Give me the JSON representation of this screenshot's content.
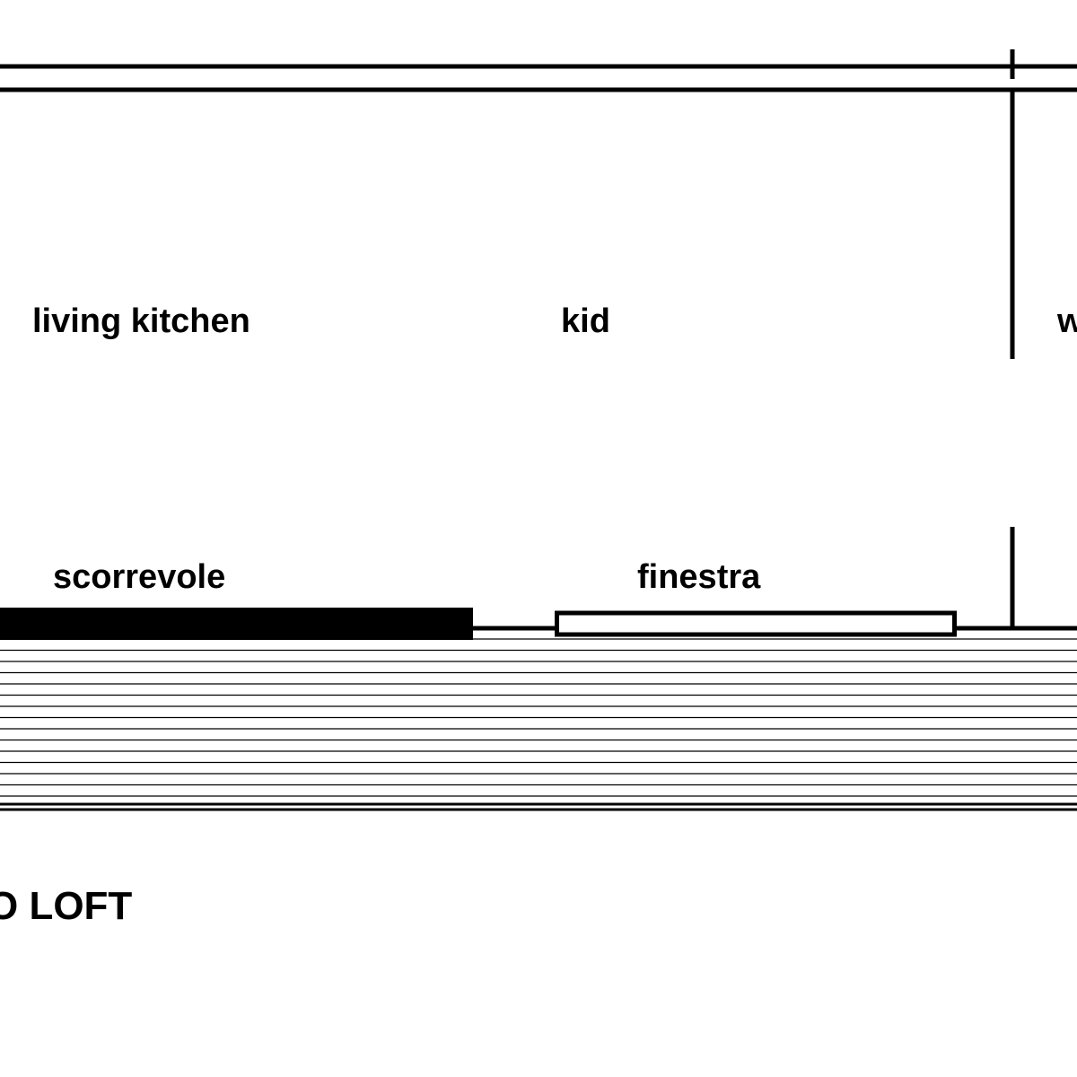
{
  "plan": {
    "rooms": {
      "living_kitchen": "living kitchen",
      "kid": "kid",
      "right_room_partial": "w"
    },
    "openings": {
      "sliding_door": "scorrevole",
      "window": "finestra"
    },
    "caption": "O LOFT"
  },
  "colors": {
    "line": "#000000",
    "background": "#ffffff"
  }
}
